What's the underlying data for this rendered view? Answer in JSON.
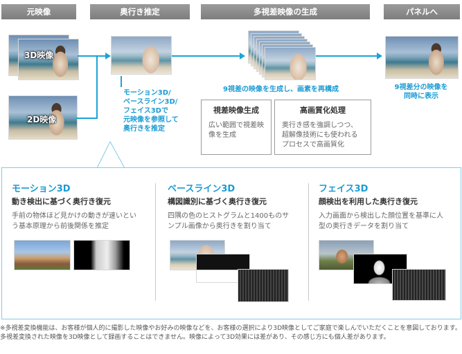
{
  "stages": [
    "元映像",
    "奥行き推定",
    "多視差映像の生成",
    "パネルへ"
  ],
  "source_labels": {
    "video_3d": "3D映像",
    "video_2d": "2D映像"
  },
  "depth_note": [
    "モーション3D/",
    "ベースライン3D/",
    "フェイス3Dで",
    "元映像を参照して",
    "奥行きを推定"
  ],
  "generation_note": "9視差の映像を生成し、画素を再構成",
  "panel_note": [
    "9視差分の映像を",
    "同時に表示"
  ],
  "boxes": [
    {
      "title": "視差映像生成",
      "body": "広い範囲で視差映像を生成"
    },
    {
      "title": "高画質化処理",
      "body": "奥行き感を強調しつつ、超解像技術にも使われるプロセスで高画質化"
    }
  ],
  "methods": [
    {
      "title": "モーション3D",
      "subtitle": "動き検出に基づく奥行き復元",
      "body": "手前の物体ほど見かけの動きが速いという基本原理から前後関係を推定"
    },
    {
      "title": "ベースライン3D",
      "subtitle": "構図識別に基づく奥行き復元",
      "body": "四隅の色のヒストグラムと1400ものサンプル画像から奥行きを割り当て"
    },
    {
      "title": "フェイス3D",
      "subtitle": "顔検出を利用した奥行き復元",
      "body": "入力画面から検出した顔位置を基準に人型の奥行きデータを割り当て"
    }
  ],
  "footnote": "※多視差変換機能は、お客様が個人的に撮影した映像やお好みの映像などを、お客様の選択により3D映像としてご家庭で楽しんでいただくことを意図しております。多視差変換された映像を3D映像として録画することはできません。映像によって3D効果には差があり、その感じ方にも個人差があります。",
  "colors": {
    "accent": "#1a9bd4",
    "header": "#8a8a8a",
    "panel_border": "#7fcbea"
  }
}
